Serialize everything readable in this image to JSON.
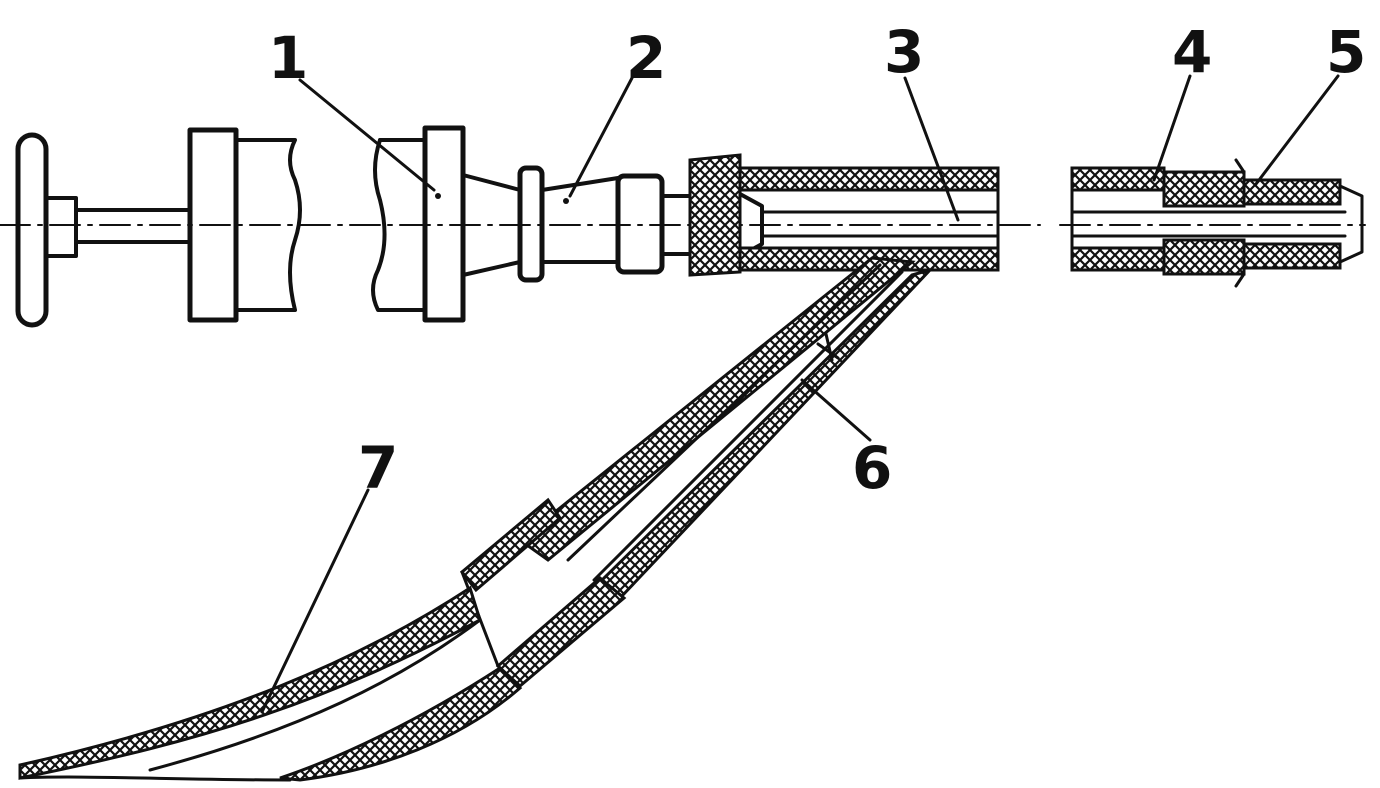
{
  "diagram": {
    "labels": {
      "l1": "1",
      "l2": "2",
      "l3": "3",
      "l4": "4",
      "l5": "5",
      "l6": "6",
      "l7": "7"
    },
    "colors": {
      "ink": "#111111",
      "paper": "#ffffff"
    }
  }
}
